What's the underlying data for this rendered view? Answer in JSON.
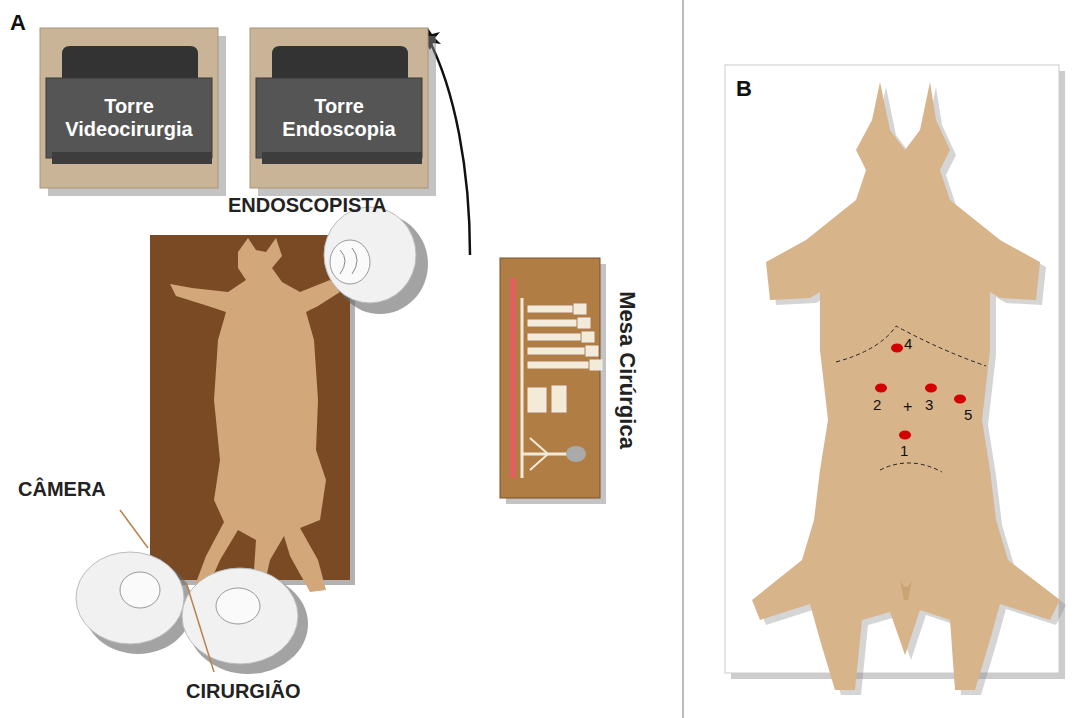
{
  "diagram": {
    "nodes": [
      {
        "text": [
          "Torre Videocirurgia"
        ]
      },
      {
        "text": [
          "Torre Endoscopia"
        ]
      },
      {
        "text": [
          "Mesa Cirúrgica"
        ]
      }
    ],
    "labels": [
      "A",
      "ENDOSCOPISTA",
      "CÂMERA",
      "CIRURGIÃO",
      "B",
      "4",
      "2",
      "3",
      "+",
      "5",
      "1"
    ]
  }
}
